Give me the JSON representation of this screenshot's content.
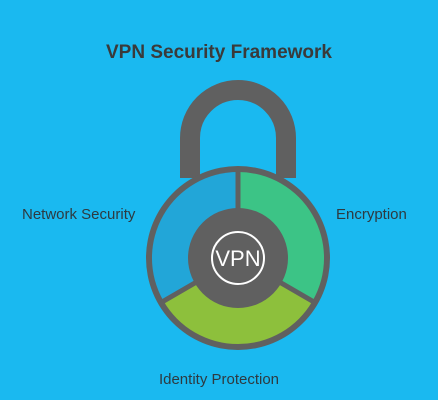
{
  "diagram": {
    "title": "VPN Security Framework",
    "center_label": "VPN",
    "segments": [
      {
        "label": "Network Security",
        "color": "#22a6d8"
      },
      {
        "label": "Encryption",
        "color": "#3cc486"
      },
      {
        "label": "Identity Protection",
        "color": "#8dc03c"
      }
    ],
    "background_color": "#1ab9f0",
    "lock_color": "#606060",
    "icon": "padlock-icon"
  }
}
